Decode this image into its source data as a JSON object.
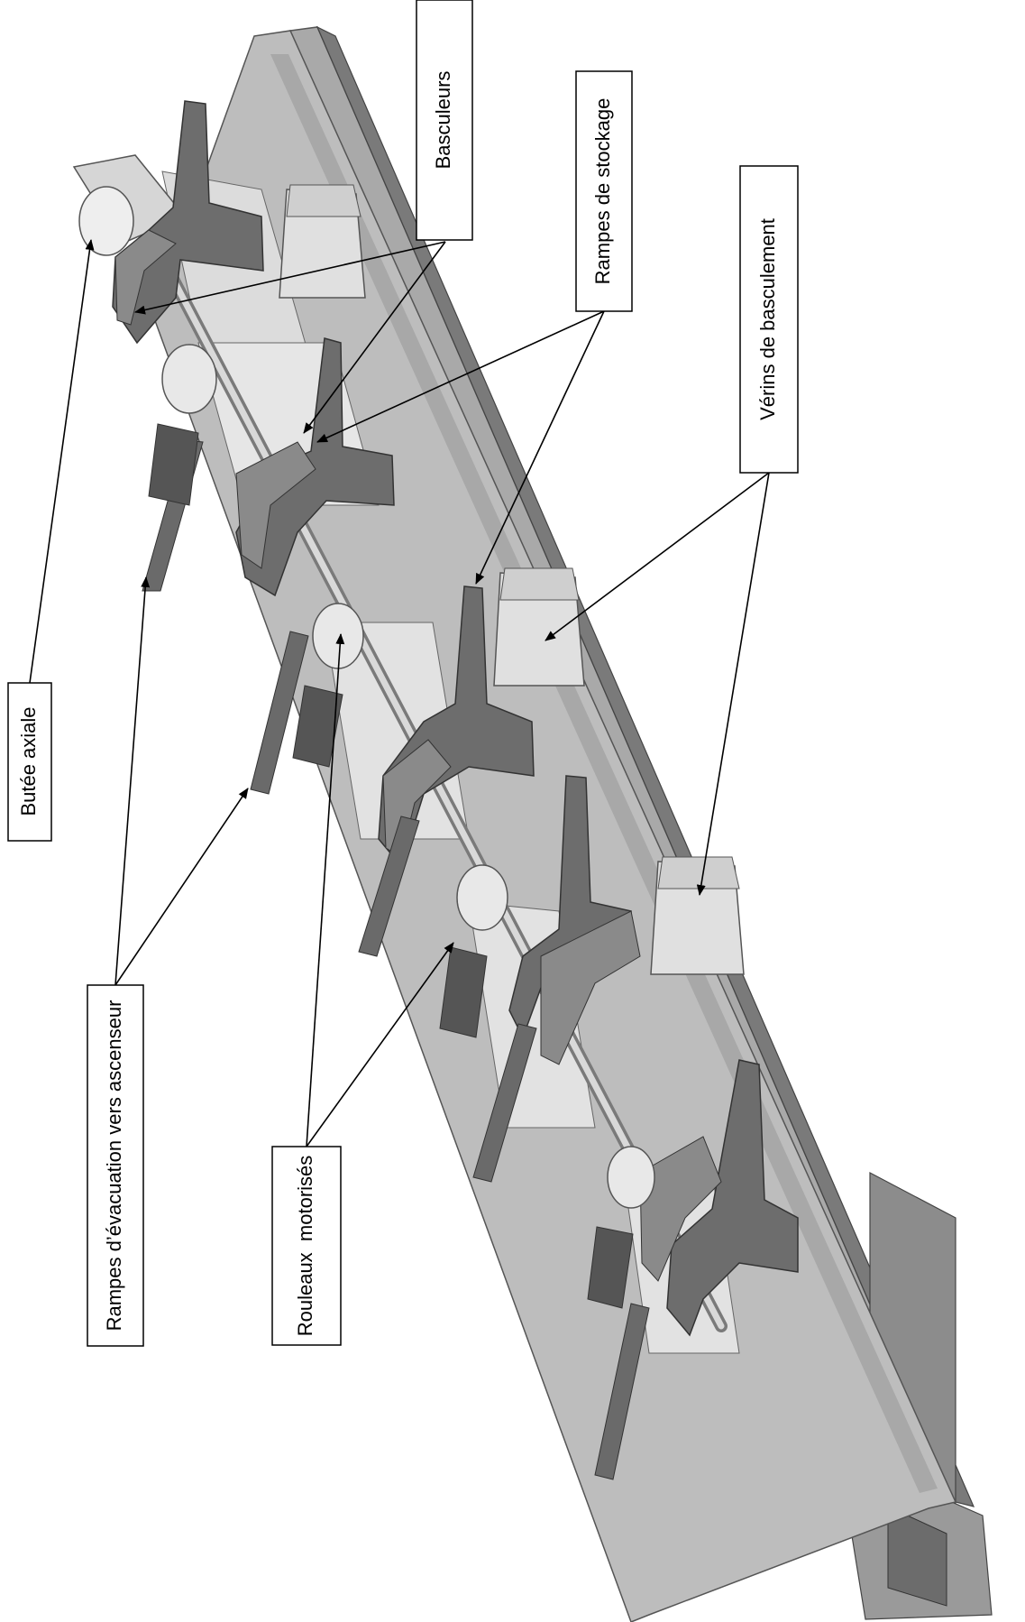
{
  "diagram": {
    "labels": {
      "basculeurs": "Basculeurs",
      "rampes_stockage": "Rampes de stockage",
      "verins": "Vérins de basculement",
      "butee": "Butée axiale",
      "rampes_evacuation": "Rampes d’évacuation vers ascenseur",
      "rouleaux": "Rouleaux  motorisés"
    },
    "colors": {
      "plate": "#b9b9b9",
      "plate_edge": "#8d8d8d",
      "dark_part": "#6e6e6e",
      "light_part": "#e4e4e4",
      "ink": "#000000"
    }
  }
}
